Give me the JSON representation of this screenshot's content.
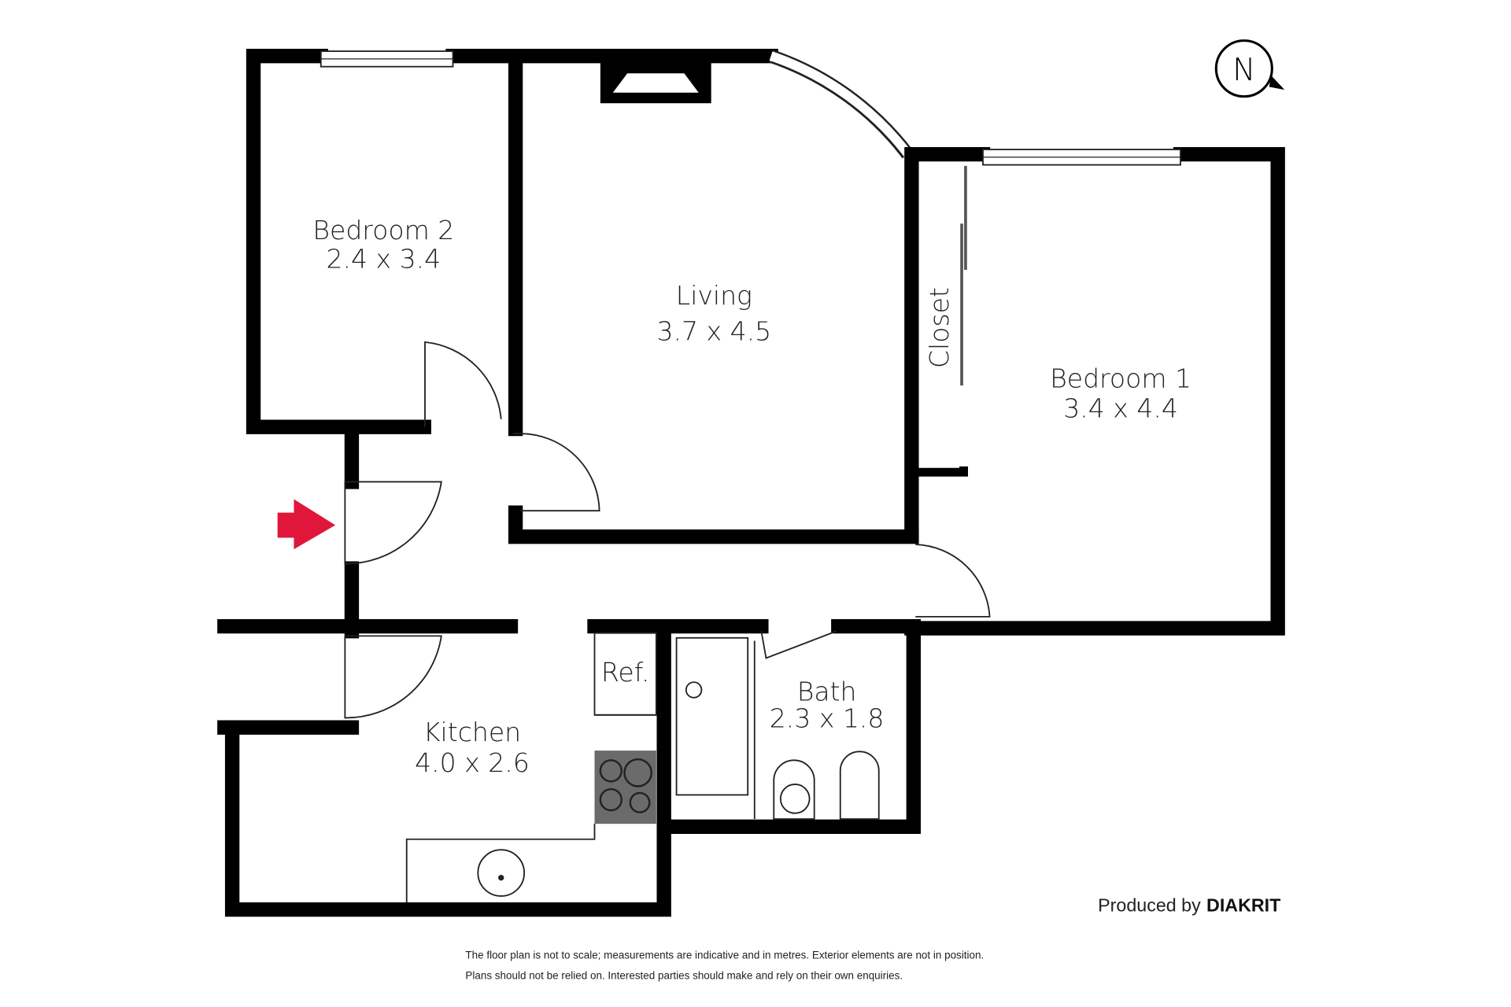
{
  "rooms": [
    {
      "name": "Bedroom 2",
      "size": "2.4 x 3.4"
    },
    {
      "name": "Living",
      "size": "3.7 x 4.5"
    },
    {
      "name": "Bedroom 1",
      "size": "3.4 x 4.4"
    },
    {
      "name": "Kitchen",
      "size": "4.0 x 2.6"
    },
    {
      "name": "Bath",
      "size": "2.3 x 1.8"
    }
  ],
  "labels": {
    "closet": "Closet",
    "ref": "Ref."
  },
  "compass": "N",
  "credit": {
    "prefix": "Produced by",
    "brand": "DIAKRIT"
  },
  "disclaimer": [
    "The floor plan is not to scale; measurements are indicative and in metres. Exterior elements are not in position.",
    "Plans should not be relied on. Interested parties should make and rely on their own enquiries."
  ],
  "colors": {
    "entry_arrow": "#e0163a",
    "walls": "#000000",
    "cooktop": "#6b6b6b"
  }
}
